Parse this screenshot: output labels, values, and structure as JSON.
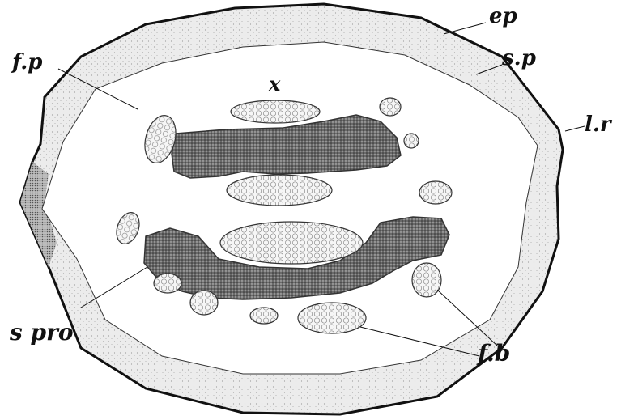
{
  "figure": {
    "colors": {
      "background": "#ffffff",
      "cortex": "#ebebeb",
      "pith": "#ffffff",
      "outline": "#111111",
      "sclerenchyma": "#555555"
    },
    "labels": {
      "ep": "ep",
      "sp": "s.p",
      "lr": "l.r",
      "fp": "f.p",
      "x": "x",
      "spro": "s pro",
      "fb": "f.b"
    }
  }
}
